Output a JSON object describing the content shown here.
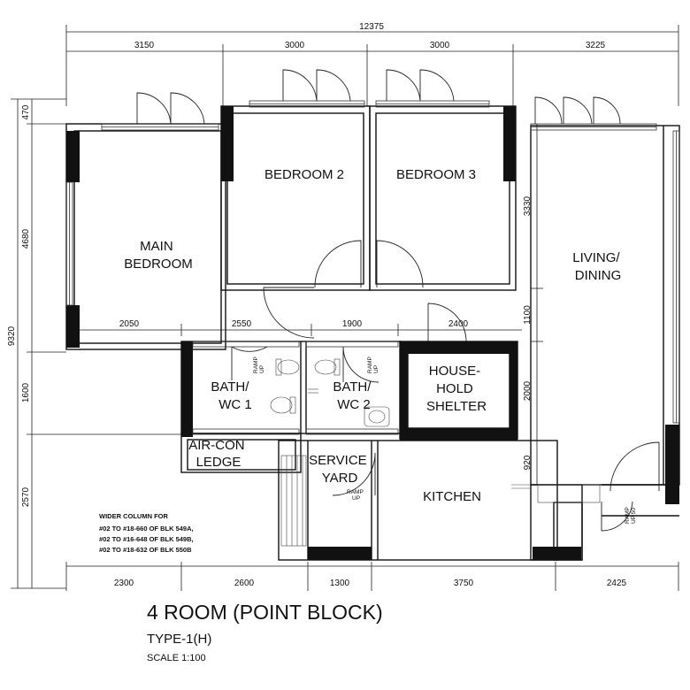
{
  "rooms": {
    "main_bedroom": [
      "MAIN",
      "BEDROOM"
    ],
    "bedroom2": "BEDROOM 2",
    "bedroom3": "BEDROOM 3",
    "living_dining": [
      "LIVING/",
      "DINING"
    ],
    "bath1": [
      "BATH/",
      "WC 1"
    ],
    "bath2": [
      "BATH/",
      "WC 2"
    ],
    "household_shelter": [
      "HOUSE-",
      "HOLD",
      "SHELTER"
    ],
    "aircon_ledge": [
      "AIR-CON",
      "LEDGE"
    ],
    "service_yard": [
      "SERVICE",
      "YARD"
    ],
    "kitchen": "KITCHEN"
  },
  "ramp_labels": {
    "bath1": [
      "RAMP",
      "UP"
    ],
    "bath2": [
      "RAMP",
      "UP"
    ],
    "service_yard": [
      "RAMP",
      "UP"
    ],
    "entrance": [
      "RAMP",
      "UP 50"
    ]
  },
  "dimensions": {
    "overall_width": "12375",
    "top": [
      "3150",
      "3000",
      "3000",
      "3225"
    ],
    "bottom": [
      "2300",
      "2600",
      "1300",
      "3750",
      "2425"
    ],
    "left": [
      "470",
      "4680",
      "1600",
      "2570"
    ],
    "left_total": "9320",
    "right": [
      "3330",
      "1100",
      "2000",
      "920"
    ],
    "internal": [
      "2050",
      "2550",
      "1900",
      "2400"
    ]
  },
  "note": [
    "WIDER COLUMN FOR",
    "#02 TO #18-660 OF BLK 549A,",
    "#02 TO #16-648 OF BLK 549B,",
    "#02 TO #18-632 OF BLK 550B"
  ],
  "title": "4 ROOM (POINT BLOCK)",
  "type": "TYPE-1(H)",
  "scale": "SCALE 1:100"
}
